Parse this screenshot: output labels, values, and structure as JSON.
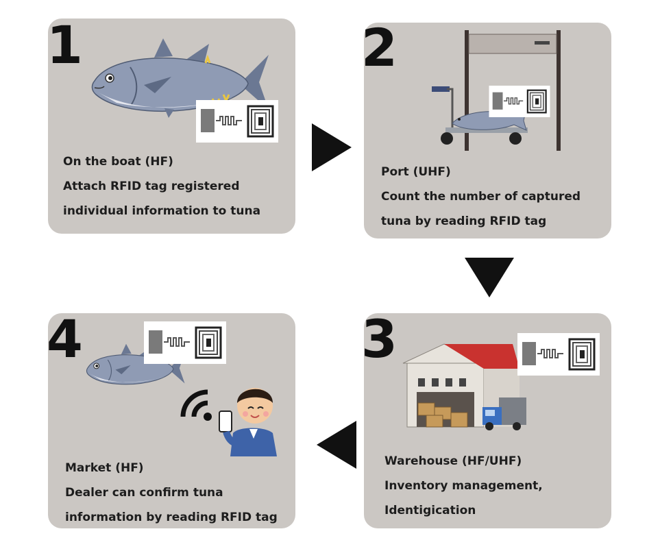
{
  "steps": [
    {
      "number": "1",
      "line1": "On the boat (HF)",
      "line2": "Attach RFID tag registered",
      "line3": "individual information to tuna"
    },
    {
      "number": "2",
      "line1": "Port (UHF)",
      "line2": "Count the number of captured",
      "line3": "tuna by reading RFID tag"
    },
    {
      "number": "3",
      "line1": "Warehouse (HF/UHF)",
      "line2": "Inventory management,",
      "line3": "Identigication"
    },
    {
      "number": "4",
      "line1": "Market (HF)",
      "line2": "Dealer can confirm tuna",
      "line3": "information by reading RFID tag"
    }
  ],
  "colors": {
    "card": "#cbc7c3",
    "arrow": "#111111",
    "fish_body": "#8f9bb4",
    "roof": "#c9322f",
    "truck": "#3a6fc0"
  }
}
